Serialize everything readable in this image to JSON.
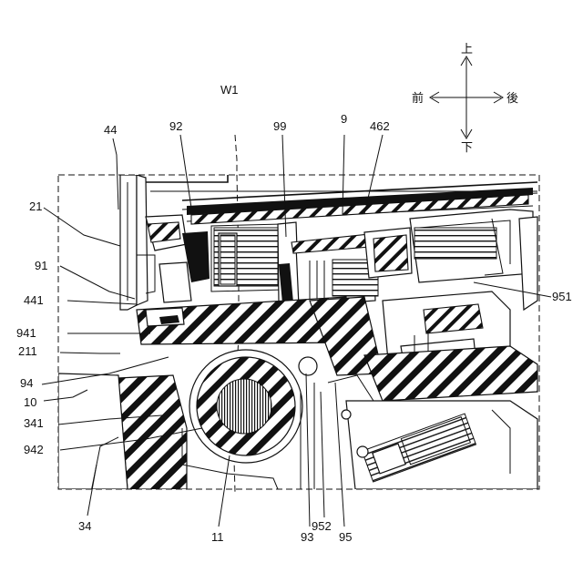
{
  "direction": {
    "up": "上",
    "down": "下",
    "front": "前",
    "rear": "後"
  },
  "labels": {
    "w1": "W1",
    "l44": "44",
    "l92": "92",
    "l99": "99",
    "l9": "9",
    "l462": "462",
    "l21": "21",
    "l91": "91",
    "l441": "441",
    "l941": "941",
    "l211": "211",
    "l94": "94",
    "l10": "10",
    "l341": "341",
    "l942": "942",
    "l34": "34",
    "l11": "11",
    "l93": "93",
    "l952": "952",
    "l95": "95",
    "l951": "951"
  }
}
